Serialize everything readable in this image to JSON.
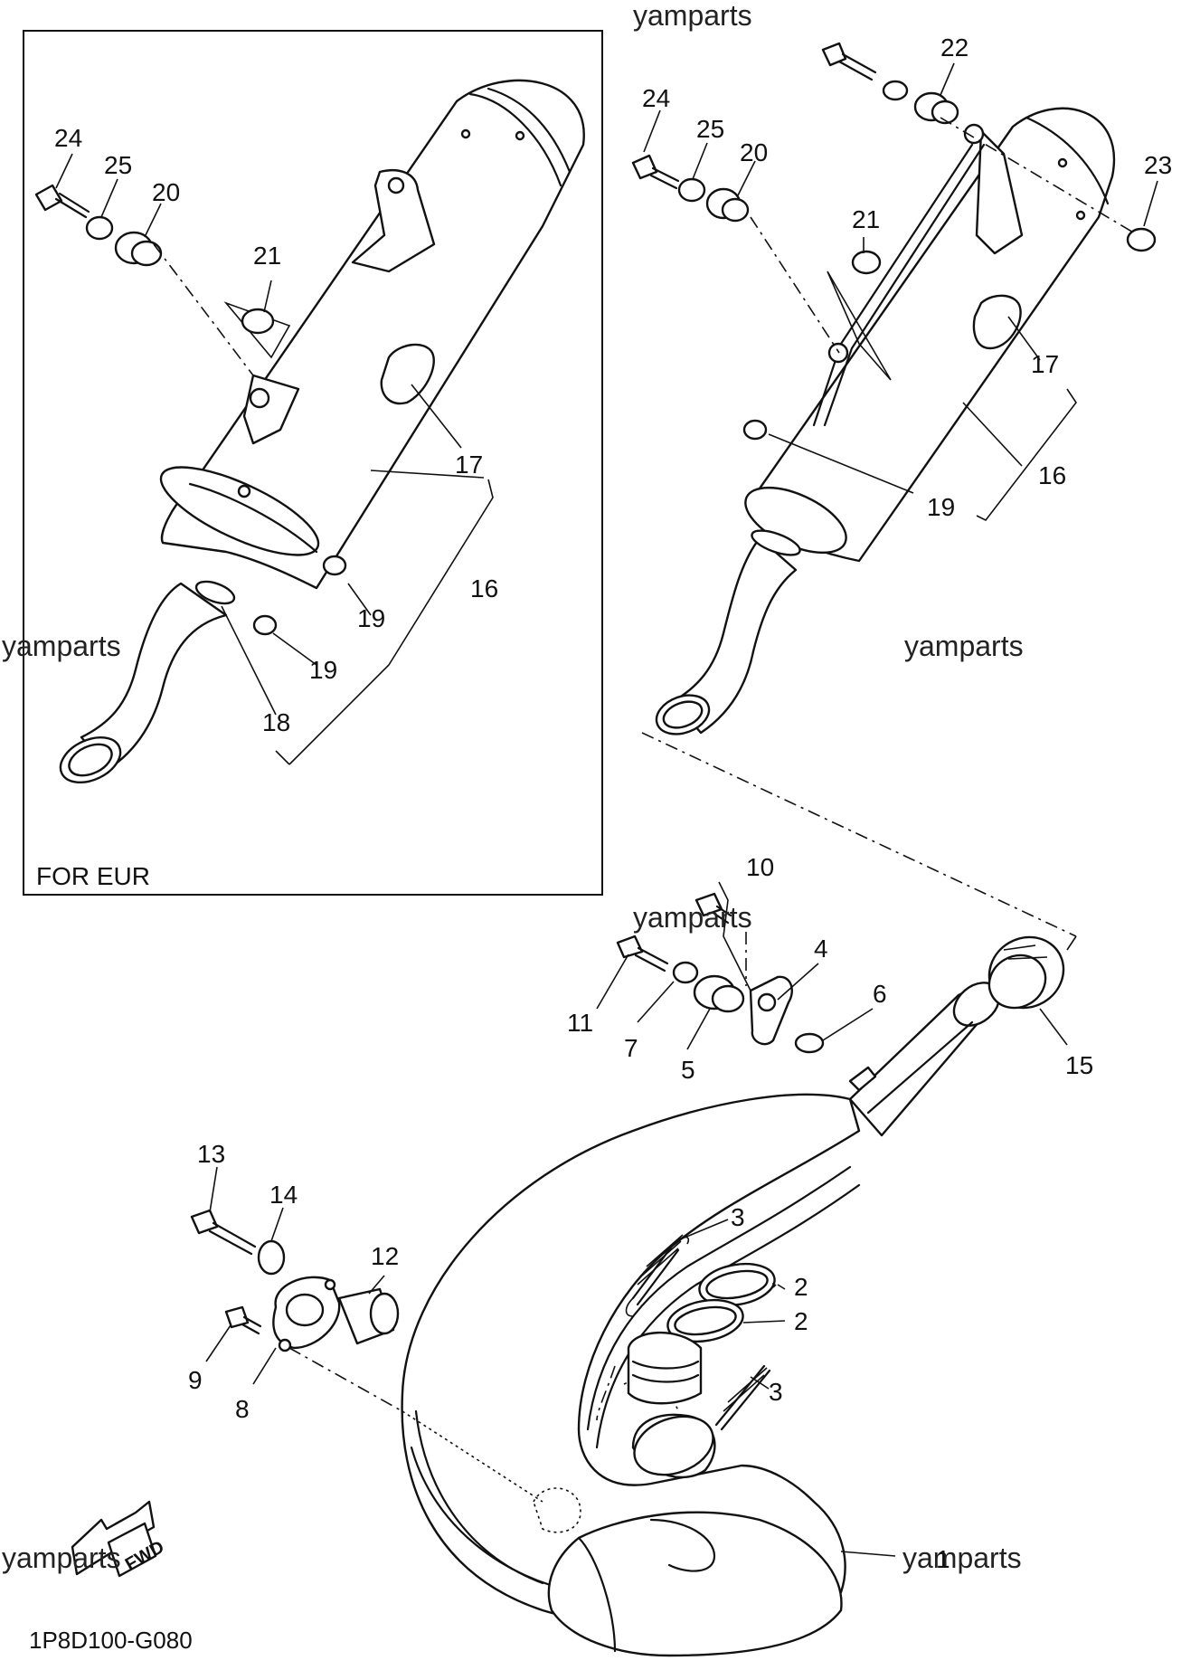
{
  "watermark": "yamparts",
  "diagram_code": "1P8D100-G080",
  "inset_label": "FOR EUR",
  "fwd_label": "FWD",
  "callouts": {
    "eur_24": "24",
    "eur_25": "25",
    "eur_20": "20",
    "eur_21": "21",
    "eur_17": "17",
    "eur_16": "16",
    "eur_19a": "19",
    "eur_19b": "19",
    "eur_18": "18",
    "std_24": "24",
    "std_25": "25",
    "std_20": "20",
    "std_22": "22",
    "std_23": "23",
    "std_21": "21",
    "std_17": "17",
    "std_16": "16",
    "std_19": "19",
    "p10": "10",
    "p4": "4",
    "p6": "6",
    "p11": "11",
    "p7": "7",
    "p5": "5",
    "p15": "15",
    "p13": "13",
    "p14": "14",
    "p12": "12",
    "p9": "9",
    "p8": "8",
    "p3a": "3",
    "p2a": "2",
    "p2b": "2",
    "p3b": "3",
    "p1": "1"
  }
}
